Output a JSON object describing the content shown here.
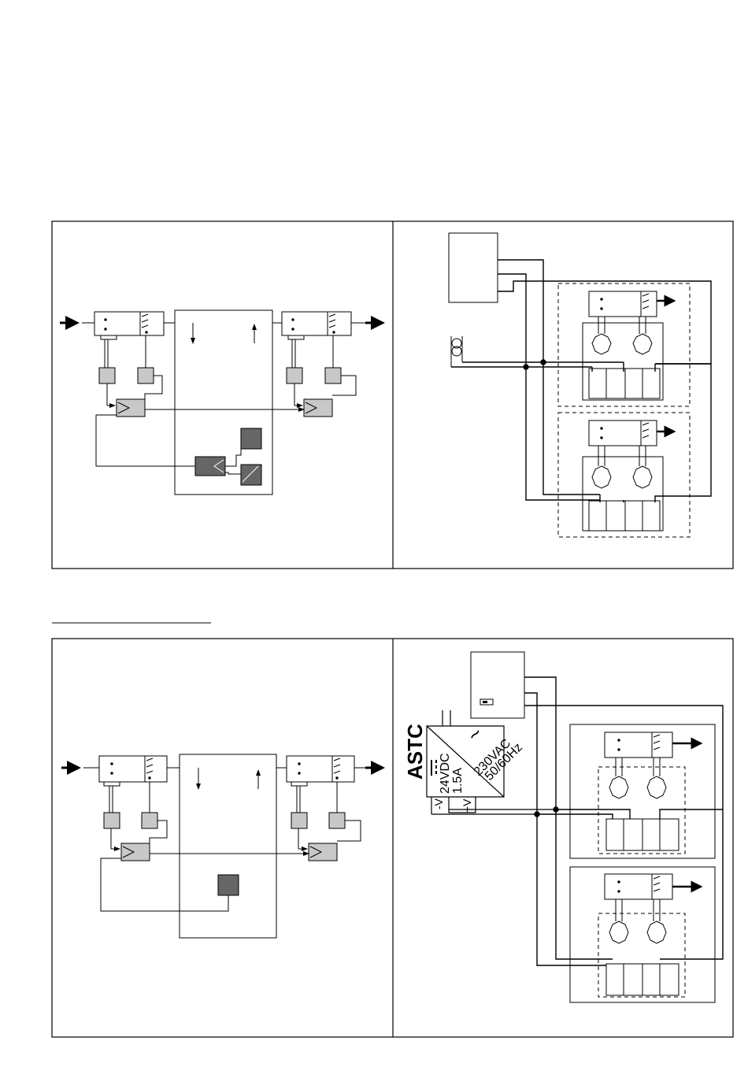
{
  "psu": {
    "brand": "ASTC",
    "output_voltage": "24VDC",
    "output_current": "1.5A",
    "input_voltage": "230VAC",
    "input_frequency": "50/60Hz",
    "terminal_negative": "-V",
    "terminal_positive": "+V",
    "ac_symbol": "~"
  },
  "colors": {
    "line": "#000000",
    "light_block": "#c8c8c8",
    "dark_block": "#666666"
  }
}
